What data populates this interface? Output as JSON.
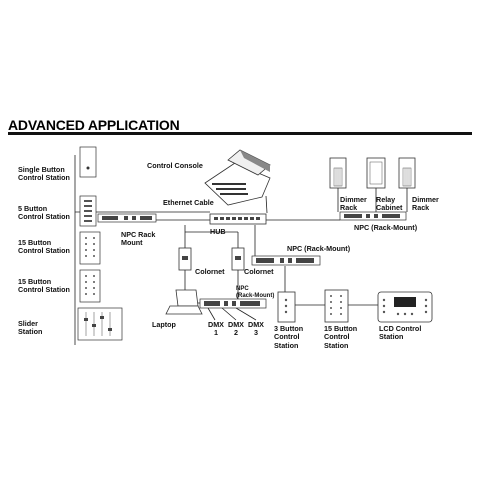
{
  "title": "ADVANCED APPLICATION",
  "labels": {
    "single_button": "Single Button\nControl Station",
    "five_button": "5 Button\nControl Station",
    "fifteen_button_a": "15 Button\nControl Station",
    "fifteen_button_b": "15 Button\nControl Station",
    "slider": "Slider\nStation",
    "control_console": "Control Console",
    "ethernet_cable": "Ethernet Cable",
    "hub": "HUB",
    "npc_rack_mount_left": "NPC Rack\nMount",
    "colornet_a": "Colornet",
    "colornet_b": "Colornet",
    "npc_rack_mount_mid": "NPC (Rack-Mount)",
    "npc_rack_mount_right": "NPC (Rack-Mount)",
    "npc_rack_mount_small": "NPC\n(Rack-Mount)",
    "laptop": "Laptop",
    "dmx1": "DMX\n1",
    "dmx2": "DMX\n2",
    "dmx3": "DMX\n3",
    "three_button": "3 Button\nControl\nStation",
    "fifteen_button_c": "15 Button\nControl\nStation",
    "lcd_station": "LCD Control\nStation",
    "dimmer_rack_a": "Dimmer\nRack",
    "relay_cabinet": "Relay\nCabinet",
    "dimmer_rack_b": "Dimmer\nRack"
  },
  "colors": {
    "line": "#222222",
    "device_fill": "#ffffff",
    "device_stroke": "#333333",
    "text": "#111111"
  }
}
